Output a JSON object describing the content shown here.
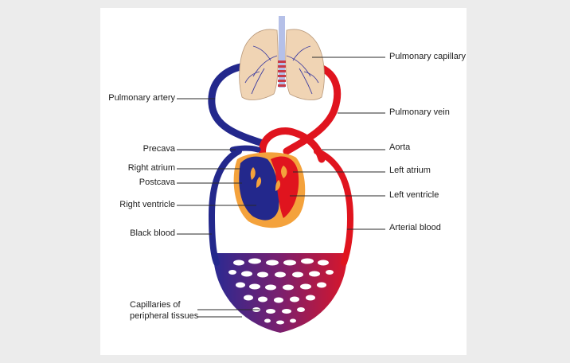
{
  "labels": {
    "pulmonary_capillary": "Pulmonary capillary",
    "pulmonary_artery": "Pulmonary artery",
    "pulmonary_vein": "Pulmonary vein",
    "precava": "Precava",
    "aorta": "Aorta",
    "right_atrium": "Right atrium",
    "left_atrium": "Left atrium",
    "postcava": "Postcava",
    "left_ventricle": "Left ventricle",
    "right_ventricle": "Right ventricle",
    "arterial_blood": "Arterial blood",
    "black_blood": "Black blood",
    "capillaries_line1": "Capillaries of",
    "capillaries_line2": "peripheral tissues"
  },
  "colors": {
    "arterial": "#e0141e",
    "venous": "#23288c",
    "lung": "#f0d4b4",
    "heart_outer": "#f4a23c",
    "capillary_mix": "#7a1f6e"
  }
}
